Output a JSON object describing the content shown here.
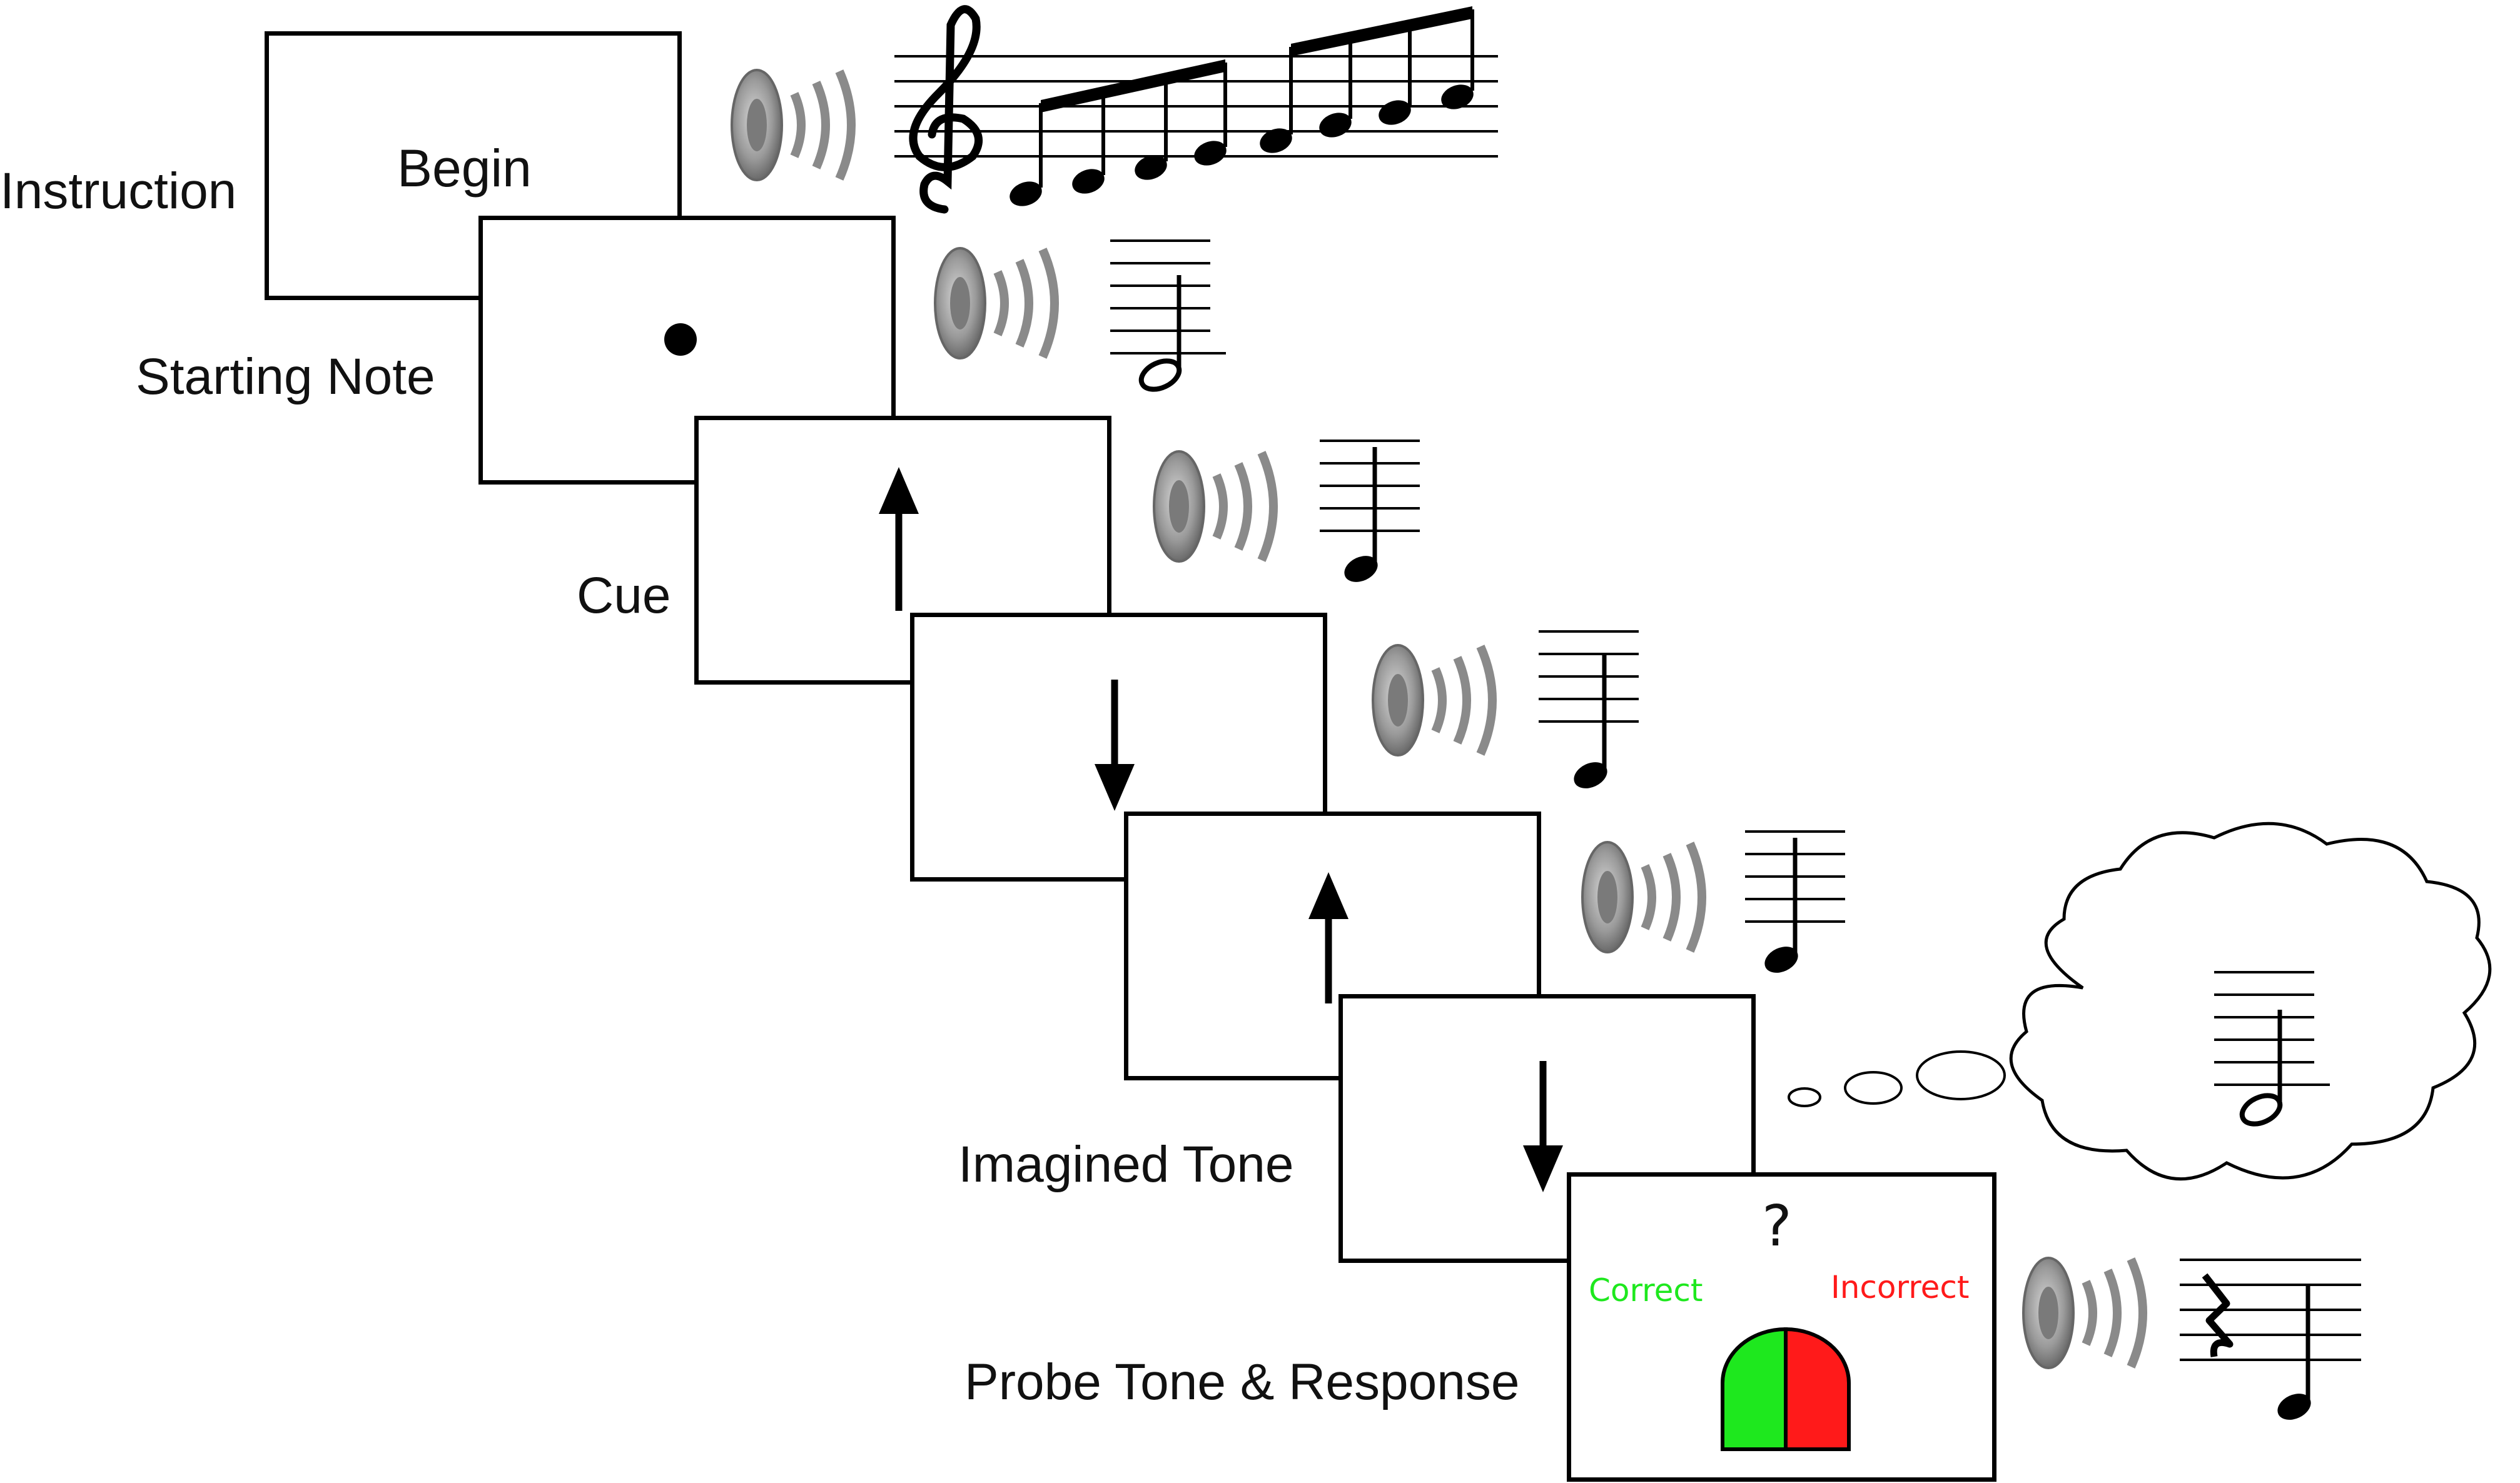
{
  "labels": {
    "instruction": "Instruction",
    "starting_note": "Starting Note",
    "cue": "Cue",
    "imagined_tone": "Imagined Tone",
    "probe": "Probe Tone & Response"
  },
  "screens": {
    "instruction_text": "Begin",
    "probe_question": "?",
    "correct_label": "Correct",
    "incorrect_label": "Incorrect"
  },
  "colors": {
    "correct": "#1ee81e",
    "incorrect": "#ff1a1a",
    "speaker": "#8a8a8a",
    "ink": "#000000"
  },
  "icons": {
    "speaker": "speaker-icon",
    "thought": "thought-bubble-icon",
    "treble_clef": "treble-clef-icon",
    "rest": "quarter-rest-icon"
  },
  "sequence": [
    {
      "screen": "instruction",
      "content": "Begin",
      "audio": "ascending-scale"
    },
    {
      "screen": "starting-note",
      "content": "dot",
      "audio": "half-note"
    },
    {
      "screen": "cue",
      "content": "up-arrow",
      "audio": "quarter-note"
    },
    {
      "screen": "cue",
      "content": "down-arrow",
      "audio": "quarter-note"
    },
    {
      "screen": "cue",
      "content": "up-arrow",
      "audio": "quarter-note"
    },
    {
      "screen": "imagined-tone",
      "content": "down-arrow",
      "audio": "imagined-half-note"
    },
    {
      "screen": "probe-response",
      "content": "?",
      "audio": "rest-and-quarter-note"
    }
  ]
}
